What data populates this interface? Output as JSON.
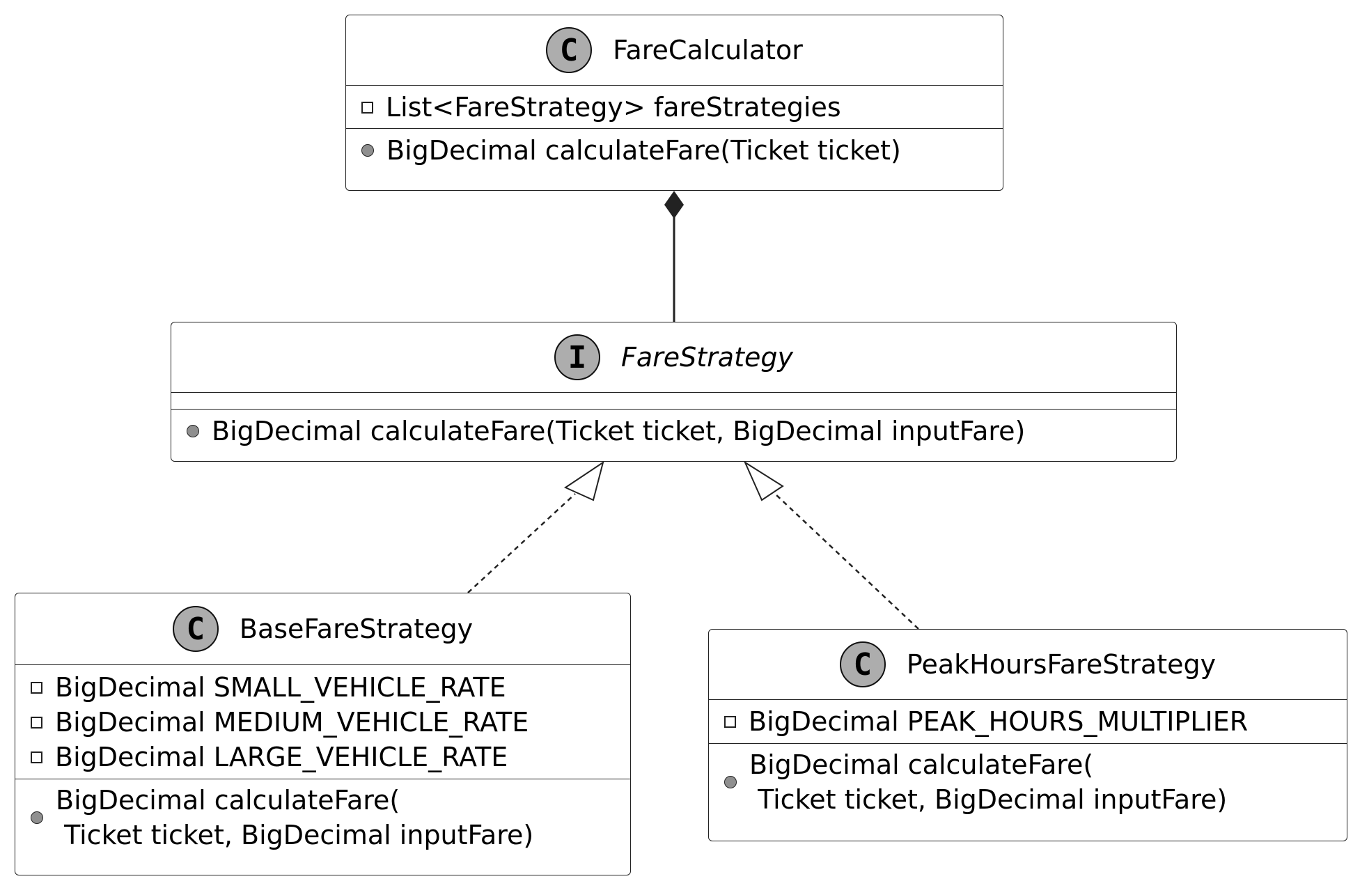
{
  "classes": {
    "fare_calculator": {
      "badge": "C",
      "name": "FareCalculator",
      "fields": [
        {
          "visibility": "private",
          "text": "List<FareStrategy> fareStrategies"
        }
      ],
      "methods": [
        {
          "visibility": "public",
          "text": "BigDecimal calculateFare(Ticket ticket)"
        }
      ]
    },
    "fare_strategy": {
      "badge": "I",
      "name": "FareStrategy",
      "fields": [],
      "methods": [
        {
          "visibility": "public",
          "text": "BigDecimal calculateFare(Ticket ticket, BigDecimal inputFare)"
        }
      ]
    },
    "base_fare_strategy": {
      "badge": "C",
      "name": "BaseFareStrategy",
      "fields": [
        {
          "visibility": "private",
          "text": "BigDecimal SMALL_VEHICLE_RATE"
        },
        {
          "visibility": "private",
          "text": "BigDecimal MEDIUM_VEHICLE_RATE"
        },
        {
          "visibility": "private",
          "text": "BigDecimal LARGE_VEHICLE_RATE"
        }
      ],
      "methods": [
        {
          "visibility": "public",
          "text": "BigDecimal calculateFare(\n Ticket ticket, BigDecimal inputFare)"
        }
      ]
    },
    "peak_hours_fare_strategy": {
      "badge": "C",
      "name": "PeakHoursFareStrategy",
      "fields": [
        {
          "visibility": "private",
          "text": "BigDecimal PEAK_HOURS_MULTIPLIER"
        }
      ],
      "methods": [
        {
          "visibility": "public",
          "text": "BigDecimal calculateFare(\n Ticket ticket, BigDecimal inputFare)"
        }
      ]
    }
  },
  "relations": [
    {
      "from": "fare_calculator",
      "to": "fare_strategy",
      "kind": "composition"
    },
    {
      "from": "base_fare_strategy",
      "to": "fare_strategy",
      "kind": "realization"
    },
    {
      "from": "peak_hours_fare_strategy",
      "to": "fare_strategy",
      "kind": "realization"
    }
  ]
}
